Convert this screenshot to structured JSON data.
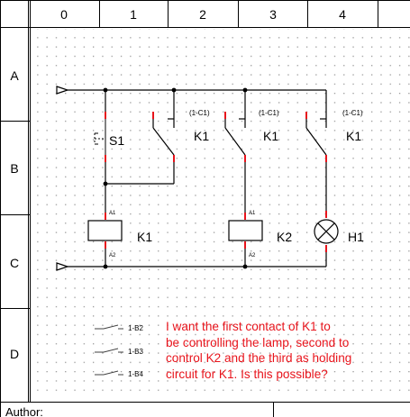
{
  "frame": {
    "columns": [
      "0",
      "1",
      "2",
      "3",
      "4"
    ],
    "rows": [
      "A",
      "B",
      "C",
      "D"
    ],
    "author_label": "Author:"
  },
  "circuit": {
    "s1_label": "S1",
    "k1_contact_label": "K1",
    "contact_ref": "(1-C1)",
    "coil_k1_label": "K1",
    "coil_k2_label": "K2",
    "lamp_label": "H1",
    "terminal_a1": "A1",
    "terminal_a2": "A2"
  },
  "legend": {
    "items": [
      "1-B2",
      "1-B3",
      "1-B4"
    ]
  },
  "annotation": {
    "lines": [
      "I want the first contact of K1 to",
      "be controlling the lamp, second to",
      "control K2 and the third as holding",
      "circuit for K1. Is this possible?"
    ],
    "color": "#e8141c"
  },
  "colors": {
    "wire": "#000000",
    "terminal_mark": "#e8141c",
    "grid_dot": "#9a9a9a"
  }
}
